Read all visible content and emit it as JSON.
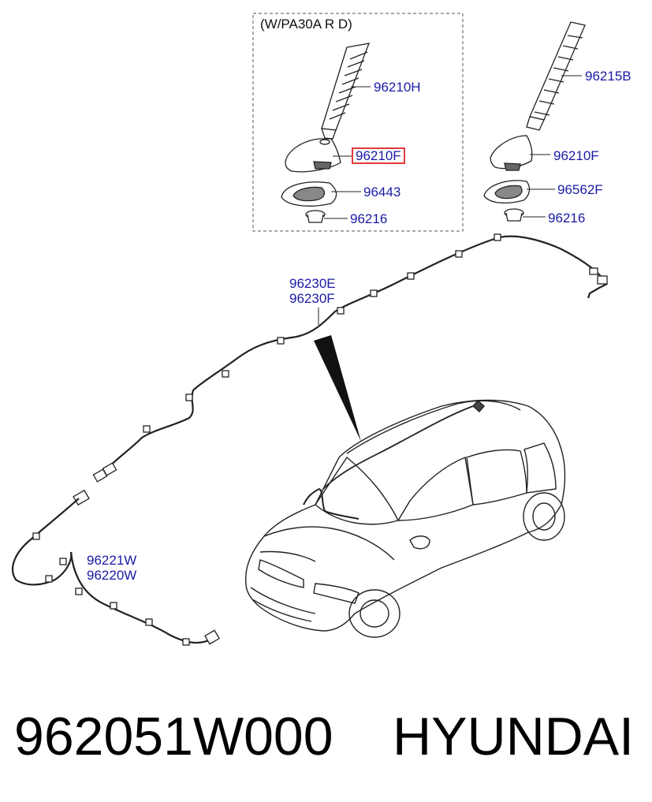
{
  "option_label": "(W/PA30A R D)",
  "labels": {
    "antenna_rod_left": "96210H",
    "antenna_base_left": "96210F",
    "gasket_left": "96443",
    "nut_left": "96216",
    "antenna_rod_right": "96215B",
    "antenna_base_right": "96210F",
    "gasket_right": "96562F",
    "nut_right": "96216",
    "roof_cable_1": "96230E",
    "roof_cable_2": "96230F",
    "front_cable_1": "96221W",
    "front_cable_2": "96220W"
  },
  "highlighted_label": "antenna_base_left",
  "footer": {
    "part_number": "962051W000",
    "brand": "HYUNDAI"
  },
  "colors": {
    "label": "#1a1aa6",
    "highlight_box": "#e23a3a",
    "line": "#222222"
  }
}
